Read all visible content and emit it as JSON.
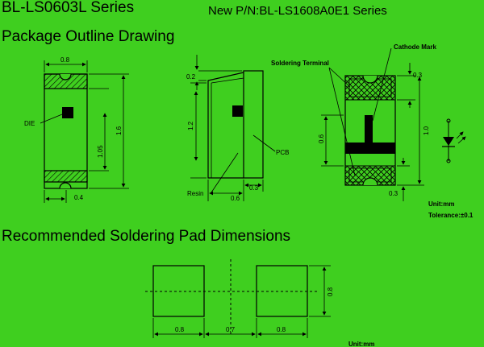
{
  "header": {
    "series": "BL-LS0603L Series",
    "new_pn": "New P/N:BL-LS1608A0E1 Series"
  },
  "sections": {
    "package_outline": "Package Outline Drawing",
    "soldering_pad": "Recommended Soldering Pad Dimensions"
  },
  "top_view": {
    "width_dim": "0.8",
    "height_dim": "1.6",
    "inner_dim": "1.05",
    "bottom_dim": "0.4",
    "die_label": "DIE"
  },
  "side_view": {
    "top_dim": "0.2",
    "height_dim": "1.2",
    "bottom_dim": "0.6",
    "pcb_dim": "0.3",
    "pcb_label": "PCB",
    "resin_label": "Resin"
  },
  "bottom_view": {
    "terminal_label": "Soldering Terminal",
    "cathode_label": "Cathode Mark",
    "top_dim": "0.3",
    "height_dim": "1.0",
    "inner_dim": "0.6",
    "bottom_dim": "0.3"
  },
  "units": {
    "unit": "Unit:mm",
    "tolerance": "Tolerance:±0.1",
    "unit_pad": "Unit:mm"
  },
  "pad": {
    "left_width": "0.8",
    "gap": "0.7",
    "right_width": "0.8",
    "height": "0.8"
  },
  "colors": {
    "background": "#3fcf1f",
    "line": "#000000"
  }
}
